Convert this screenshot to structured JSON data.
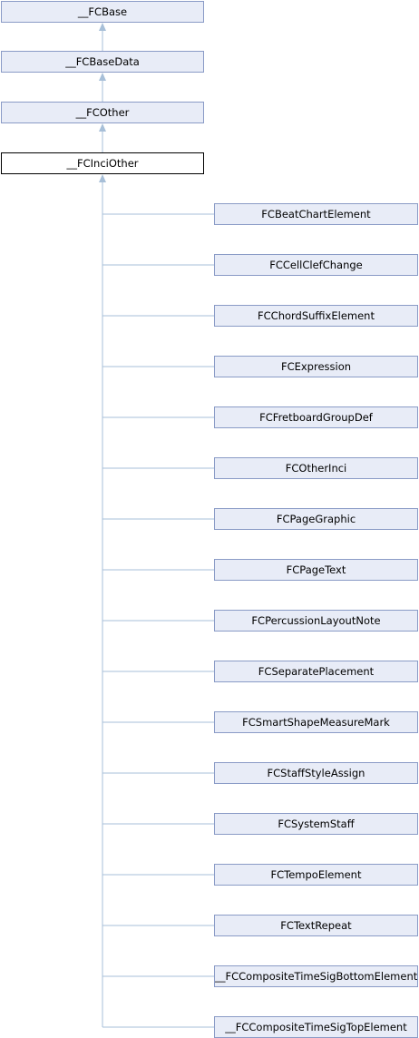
{
  "ancestors": [
    "__FCBase",
    "__FCBaseData",
    "__FCOther"
  ],
  "current": "__FCInciOther",
  "children": [
    "FCBeatChartElement",
    "FCCellClefChange",
    "FCChordSuffixElement",
    "FCExpression",
    "FCFretboardGroupDef",
    "FCOtherInci",
    "FCPageGraphic",
    "FCPageText",
    "FCPercussionLayoutNote",
    "FCSeparatePlacement",
    "FCSmartShapeMeasureMark",
    "FCStaffStyleAssign",
    "FCSystemStaff",
    "FCTempoElement",
    "FCTextRepeat",
    "__FCCompositeTimeSigBottomElement",
    "__FCCompositeTimeSigTopElement"
  ],
  "colors": {
    "node_fill": "#e8ecf7",
    "node_border": "#8a9bc6",
    "current_border": "#000000",
    "connector": "#a7bfd8"
  }
}
